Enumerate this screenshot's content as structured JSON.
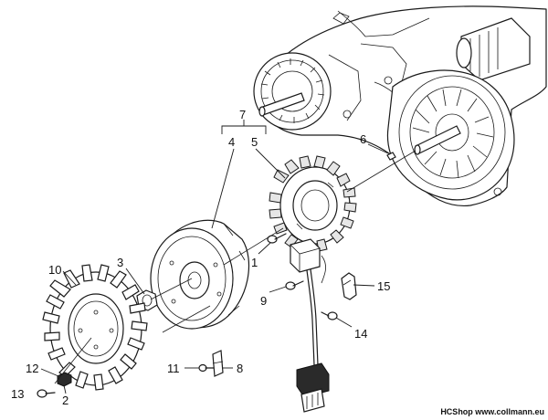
{
  "callouts": {
    "c1": "1",
    "c2": "2",
    "c3": "3",
    "c4": "4",
    "c5": "5",
    "c6": "6",
    "c7": "7",
    "c8": "8",
    "c9": "9",
    "c10": "10",
    "c11": "11",
    "c12": "12",
    "c13": "13",
    "c14": "14",
    "c15": "15"
  },
  "watermark": "HCShop www.collmann.eu"
}
